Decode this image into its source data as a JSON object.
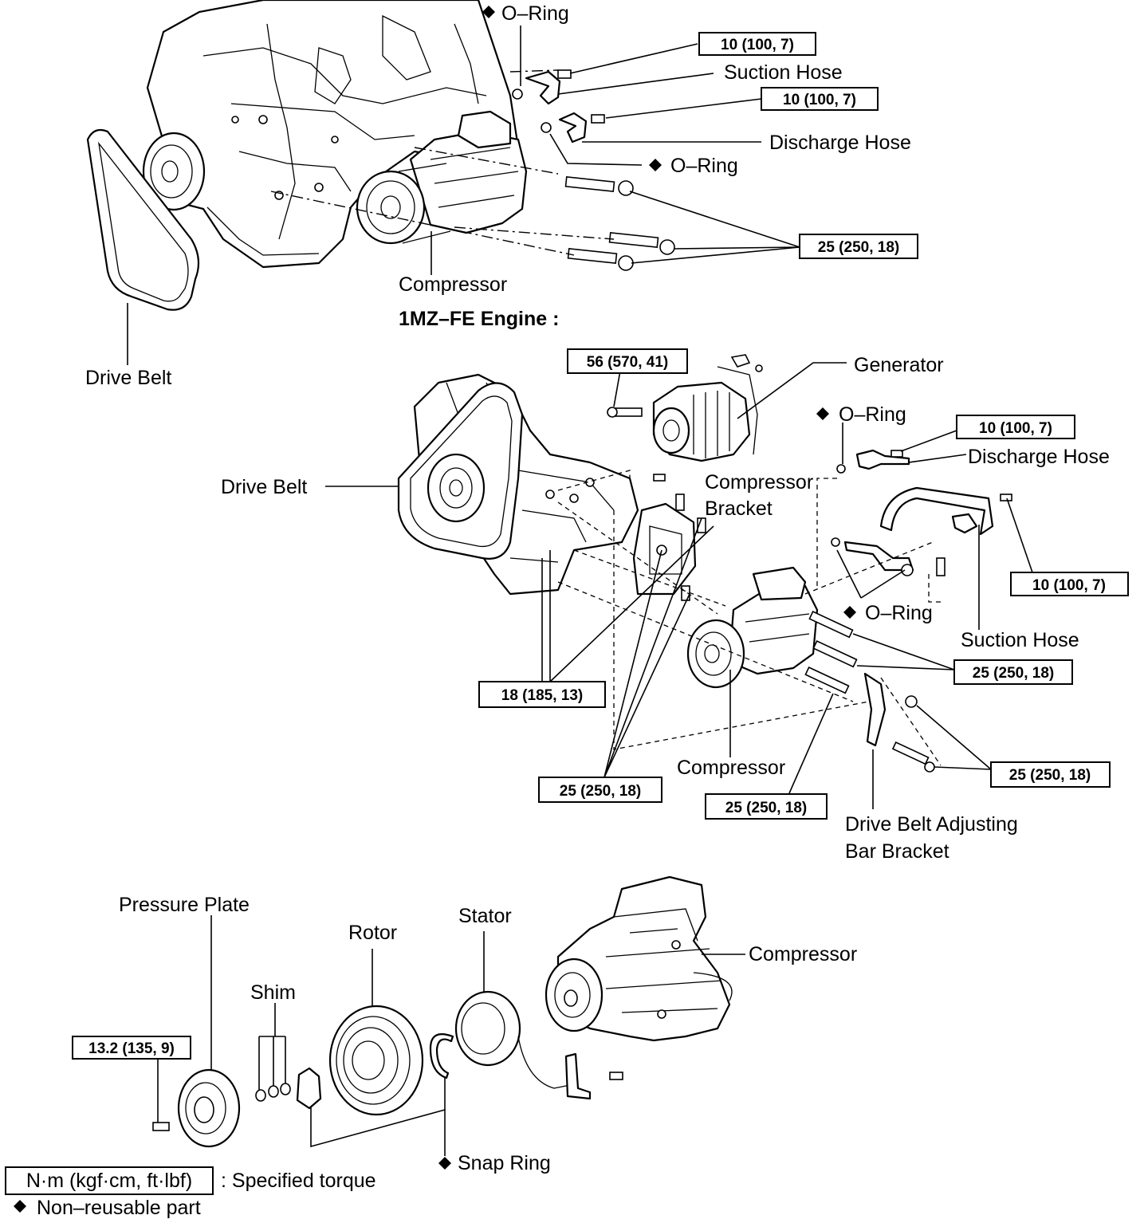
{
  "upper_engine": {
    "o_ring_top": "O–Ring",
    "torque_suction_bolt": "10 (100, 7)",
    "suction_hose": "Suction Hose",
    "torque_discharge_bolt": "10 (100, 7)",
    "discharge_hose": "Discharge Hose",
    "o_ring_discharge": "O–Ring",
    "torque_mount_bolts": "25 (250, 18)",
    "compressor": "Compressor",
    "drive_belt": "Drive Belt"
  },
  "mz_engine": {
    "heading": "1MZ–FE Engine :",
    "torque_generator_bolt": "56 (570, 41)",
    "generator": "Generator",
    "o_ring_discharge": "O–Ring",
    "torque_discharge_bolt": "10 (100, 7)",
    "discharge_hose": "Discharge Hose",
    "drive_belt": "Drive Belt",
    "compressor_bracket_line1": "Compressor",
    "compressor_bracket_line2": "Bracket",
    "torque_suction_bolt": "10 (100, 7)",
    "o_ring_suction": "O–Ring",
    "suction_hose": "Suction Hose",
    "torque_compressor_bolts": "25 (250, 18)",
    "torque_bracket_bolts": "18 (185, 13)",
    "torque_adjusting_bar_bolt": "25 (250, 18)",
    "compressor": "Compressor",
    "torque_bracket_lower": "25 (250, 18)",
    "torque_compressor_lower": "25 (250, 18)",
    "adjusting_bar_line1": "Drive Belt Adjusting",
    "adjusting_bar_line2": "Bar Bracket"
  },
  "clutch": {
    "pressure_plate": "Pressure Plate",
    "rotor": "Rotor",
    "stator": "Stator",
    "compressor": "Compressor",
    "shim": "Shim",
    "torque_plate_bolt": "13.2 (135, 9)",
    "snap_ring": "Snap Ring"
  },
  "legend": {
    "torque_units": "N·m (kgf·cm, ft·lbf)",
    "torque_desc": ": Specified torque",
    "non_reusable": "Non–reusable part"
  }
}
